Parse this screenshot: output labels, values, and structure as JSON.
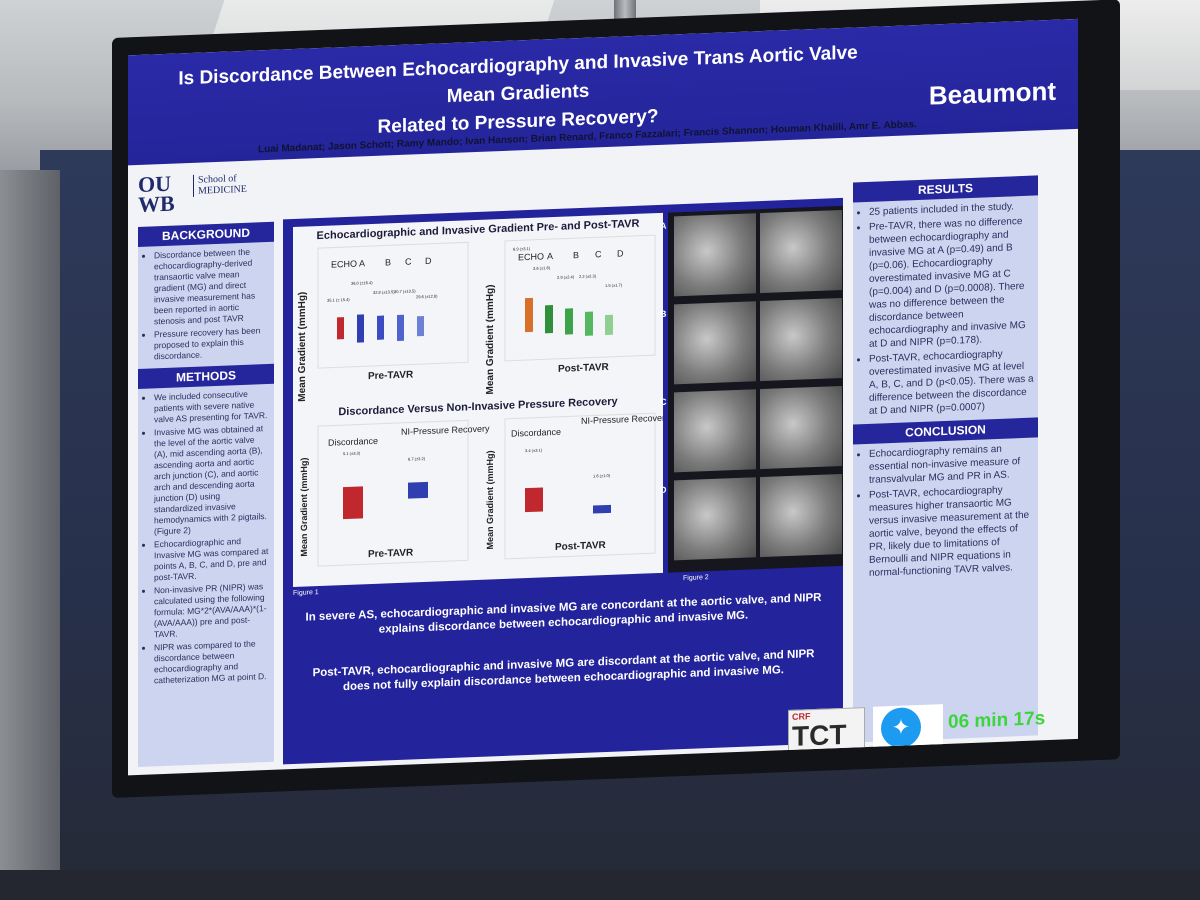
{
  "poster": {
    "title_line1": "Is Discordance Between Echocardiography and Invasive Trans Aortic Valve Mean Gradients",
    "title_line2": "Related to Pressure Recovery?",
    "brand": "Beaumont",
    "authors": "Luai Madanat; Jason Schott; Ramy Mando; Ivan Hanson; Brian Renard, Franco Fazzalari; Francis Shannon; Houman Khalili, Amr E. Abbas.",
    "logo_letters": "OU WB",
    "logo_school": "School of MEDICINE"
  },
  "background": {
    "heading": "BACKGROUND",
    "bullets": [
      "Discordance between the echocardiography-derived transaortic valve mean gradient (MG) and direct invasive measurement has been reported in aortic stenosis and post TAVR",
      "Pressure recovery has been proposed to explain this discordance."
    ]
  },
  "methods": {
    "heading": "METHODS",
    "bullets": [
      "We included consecutive patients with severe native valve AS presenting for TAVR.",
      "Invasive MG was obtained at the level of the aortic valve (A), mid ascending aorta (B), ascending aorta and aortic arch junction (C), and aortic arch and descending aorta junction (D) using standardized invasive hemodynamics with 2 pigtails. (Figure 2)",
      "Echocardiographic and Invasive MG was compared at points A, B, C, and D, pre and post-TAVR.",
      "Non-invasive PR (NIPR) was calculated using the following formula: MG*2*(AVA/AAA)*(1-(AVA/AAA)) pre and post-TAVR.",
      "NIPR was compared to the discordance between echocardiography and catheterization MG at point D."
    ]
  },
  "figures": {
    "top_title": "Echocardiographic and Invasive Gradient Pre- and Post-TAVR",
    "bottom_title": "Discordance Versus Non-Invasive Pressure Recovery",
    "ylabel": "Mean Gradient (mmHg)",
    "ylabel_disc": "Mean Gradient (mmHg)",
    "cats": [
      "ECHO",
      "A",
      "B",
      "C",
      "D"
    ],
    "pre_label": "Pre-TAVR",
    "post_label": "Post-TAVR",
    "disc_label": "Discordance",
    "nipr_label": "NI-Pressure Recovery",
    "pre_vals": [
      "35.1 (± 15.4)",
      "36.0 (±16.4)",
      "32.8 (±13.5)",
      "30.7 (±13.5)",
      "29.6 (±12.8)"
    ],
    "post_vals": [
      "6.9 (±3.1)",
      "3.6 (±1.6)",
      "2.9 (±2.4)",
      "2.2 (±2.3)",
      "1.5 (±1.7)"
    ],
    "disc_pre_vals": [
      "5.1 (±3.3)",
      "6.7 (±3.2)"
    ],
    "disc_post_vals": [
      "3.4 (±3.1)",
      "1.6 (±1.0)"
    ],
    "fig1_caption": "Figure 1",
    "fig2_caption": "Figure 2",
    "row_labels": [
      "A",
      "B",
      "C",
      "D"
    ]
  },
  "takeaways": [
    "In severe AS, echocardiographic and invasive MG are concordant at the aortic valve, and NIPR explains discordance between echocardiographic and invasive MG.",
    "Post-TAVR, echocardiographic and invasive MG are discordant at the aortic valve, and NIPR does not fully explain discordance between echocardiographic and invasive MG."
  ],
  "results": {
    "heading": "RESULTS",
    "bullets": [
      "25 patients included in the study.",
      "Pre-TAVR, there was no difference between echocardiography and invasive MG at A (p=0.49) and B (p=0.06). Echocardiography overestimated invasive MG at C (p=0.004) and D (p=0.0008). There was no difference between the discordance between echocardiography and invasive MG at D and NIPR (p=0.178).",
      "Post-TAVR, echocardiography overestimated invasive MG at level A, B, C, and D (p<0.05). There was a difference between the discordance at D and NIPR (p=0.0007)"
    ]
  },
  "conclusion": {
    "heading": "CONCLUSION",
    "bullets": [
      "Echocardiography remains an essential non-invasive measure of transvalvular MG and PR in AS.",
      "Post-TAVR, echocardiography measures higher transaortic MG versus invasive measurement at the aortic valve, beyond the effects of PR, likely due to limitations of Bernoulli and NIPR equations in normal-functioning TAVR valves."
    ]
  },
  "overlay": {
    "crf": "CRF",
    "tct": "TCT",
    "timer": "06 min 17s"
  },
  "colors": {
    "header_blue": "#24249a",
    "panel_blue": "#cdd4ef",
    "timer_green": "#3dd43d"
  }
}
